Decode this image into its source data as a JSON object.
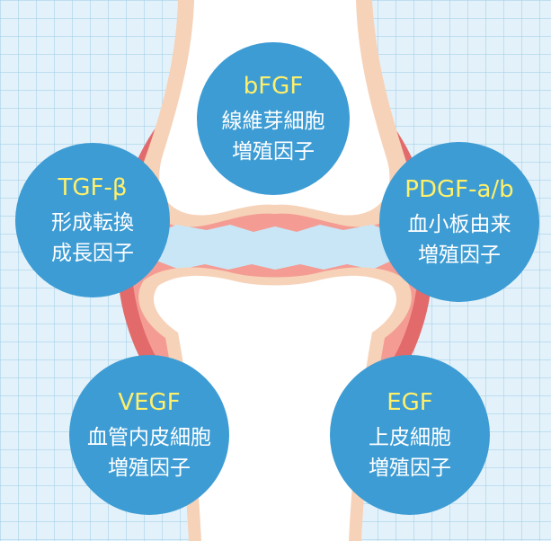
{
  "factors": {
    "bfgf": {
      "abbr": "bFGF",
      "line1": "線維芽細胞",
      "line2": "増殖因子"
    },
    "tgf": {
      "abbr": "TGF-β",
      "line1": "形成転換",
      "line2": "成長因子"
    },
    "pdgf": {
      "abbr": "PDGF-a/b",
      "line1": "血小板由来",
      "line2": "増殖因子"
    },
    "vegf": {
      "abbr": "VEGF",
      "line1": "血管内皮細胞",
      "line2": "増殖因子"
    },
    "egf": {
      "abbr": "EGF",
      "line1": "上皮細胞",
      "line2": "増殖因子"
    }
  },
  "colors": {
    "background": "#e3f2fa",
    "grid": "#a0cde8",
    "circle": "#3d9cd4",
    "abbreviation_text": "#fff06a",
    "name_text": "#ffffff",
    "capsule_outer": "#e26a6a",
    "capsule_inner": "#f49c94",
    "bone_outline": "#f6d2b8",
    "bone": "#ffffff",
    "cartilage": "#c8e6f6"
  }
}
